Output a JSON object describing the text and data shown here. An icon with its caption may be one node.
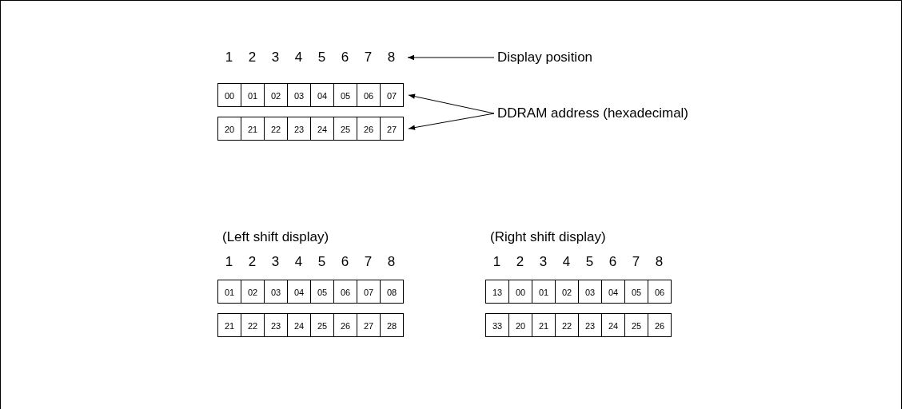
{
  "diagram": {
    "nodes": [
      {
        "text": [
          "8"
        ]
      },
      {
        "text": [
          "Display position"
        ]
      },
      {
        "text": [
          "07"
        ]
      },
      {
        "text": [
          "27"
        ]
      },
      {
        "text": [
          "DDRAM address (hexadecimal)"
        ]
      }
    ],
    "edges": [
      {
        "from": 1,
        "to": 0,
        "arrow": "to"
      },
      {
        "from": 4,
        "to": 2,
        "arrow": "to"
      },
      {
        "from": 4,
        "to": 3,
        "arrow": "to"
      }
    ],
    "labels": [
      "1",
      "2",
      "3",
      "4",
      "5",
      "6",
      "7",
      "00",
      "01",
      "02",
      "03",
      "04",
      "05",
      "06",
      "20",
      "21",
      "22",
      "23",
      "24",
      "25",
      "26",
      "(Left shift display)",
      "1",
      "2",
      "3",
      "4",
      "5",
      "6",
      "7",
      "8",
      "01",
      "02",
      "03",
      "04",
      "05",
      "06",
      "07",
      "08",
      "21",
      "22",
      "23",
      "24",
      "25",
      "26",
      "27",
      "28",
      "(Right shift display)",
      "1",
      "2",
      "3",
      "4",
      "5",
      "6",
      "7",
      "8",
      "13",
      "00",
      "01",
      "02",
      "03",
      "04",
      "05",
      "06",
      "33",
      "20",
      "21",
      "22",
      "23",
      "24",
      "25",
      "26"
    ]
  }
}
